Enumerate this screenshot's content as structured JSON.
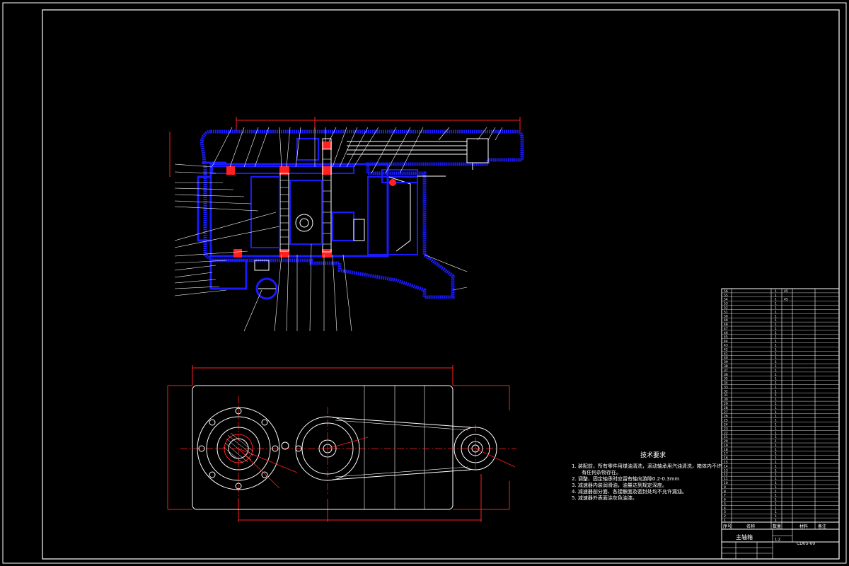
{
  "technical_requirements": {
    "title": "技术要求",
    "items": [
      "1. 装配前，所有零件用煤油清洗，滚动轴承用汽油清洗，箱体内不许",
      "有任何杂物存在。",
      "2. 调整、固定轴承时应留有轴向游隙0.2-0.3mm",
      "3. 减速器内装润滑油，油量达到规定深度。",
      "4. 减速器剖分面、各接触面及密封处均不允许漏油。",
      "5. 减速器外表面涂灰色油漆。"
    ]
  },
  "title_block": {
    "drawing_name": "主轴箱",
    "drawing_number": "CD05-00",
    "scale": "1:2",
    "header": {
      "index": "序号",
      "name": "名称",
      "quantity": "数量",
      "material": "材料",
      "remark": "备注"
    },
    "rows": [
      {
        "index": "56",
        "name": "",
        "qty": "1",
        "material": "45",
        "remark": ""
      },
      {
        "index": "55",
        "name": "",
        "qty": "1",
        "material": "",
        "remark": ""
      },
      {
        "index": "54",
        "name": "",
        "qty": "1",
        "material": "45",
        "remark": ""
      },
      {
        "index": "53",
        "name": "",
        "qty": "1",
        "material": "",
        "remark": ""
      },
      {
        "index": "52",
        "name": "",
        "qty": "1",
        "material": "",
        "remark": ""
      },
      {
        "index": "51",
        "name": "",
        "qty": "1",
        "material": "",
        "remark": ""
      },
      {
        "index": "50",
        "name": "",
        "qty": "1",
        "material": "",
        "remark": ""
      },
      {
        "index": "49",
        "name": "",
        "qty": "1",
        "material": "",
        "remark": ""
      },
      {
        "index": "48",
        "name": "",
        "qty": "1",
        "material": "",
        "remark": ""
      },
      {
        "index": "47",
        "name": "",
        "qty": "1",
        "material": "",
        "remark": ""
      },
      {
        "index": "46",
        "name": "",
        "qty": "1",
        "material": "",
        "remark": ""
      },
      {
        "index": "45",
        "name": "",
        "qty": "1",
        "material": "",
        "remark": ""
      },
      {
        "index": "44",
        "name": "",
        "qty": "1",
        "material": "",
        "remark": ""
      },
      {
        "index": "43",
        "name": "",
        "qty": "1",
        "material": "",
        "remark": ""
      },
      {
        "index": "42",
        "name": "",
        "qty": "1",
        "material": "",
        "remark": ""
      },
      {
        "index": "41",
        "name": "",
        "qty": "1",
        "material": "",
        "remark": ""
      },
      {
        "index": "40",
        "name": "",
        "qty": "1",
        "material": "",
        "remark": ""
      },
      {
        "index": "39",
        "name": "",
        "qty": "1",
        "material": "",
        "remark": ""
      },
      {
        "index": "38",
        "name": "",
        "qty": "1",
        "material": "",
        "remark": ""
      },
      {
        "index": "37",
        "name": "",
        "qty": "1",
        "material": "",
        "remark": ""
      },
      {
        "index": "36",
        "name": "",
        "qty": "1",
        "material": "",
        "remark": ""
      },
      {
        "index": "35",
        "name": "",
        "qty": "1",
        "material": "",
        "remark": ""
      },
      {
        "index": "34",
        "name": "",
        "qty": "1",
        "material": "",
        "remark": ""
      },
      {
        "index": "33",
        "name": "",
        "qty": "1",
        "material": "",
        "remark": ""
      },
      {
        "index": "32",
        "name": "",
        "qty": "1",
        "material": "",
        "remark": ""
      },
      {
        "index": "31",
        "name": "",
        "qty": "1",
        "material": "",
        "remark": ""
      },
      {
        "index": "30",
        "name": "",
        "qty": "1",
        "material": "",
        "remark": ""
      },
      {
        "index": "29",
        "name": "",
        "qty": "1",
        "material": "",
        "remark": ""
      },
      {
        "index": "28",
        "name": "",
        "qty": "1",
        "material": "",
        "remark": ""
      },
      {
        "index": "27",
        "name": "",
        "qty": "1",
        "material": "",
        "remark": ""
      },
      {
        "index": "26",
        "name": "",
        "qty": "1",
        "material": "",
        "remark": ""
      },
      {
        "index": "25",
        "name": "",
        "qty": "1",
        "material": "",
        "remark": ""
      },
      {
        "index": "24",
        "name": "",
        "qty": "1",
        "material": "",
        "remark": ""
      },
      {
        "index": "23",
        "name": "",
        "qty": "1",
        "material": "",
        "remark": ""
      },
      {
        "index": "22",
        "name": "",
        "qty": "1",
        "material": "",
        "remark": ""
      },
      {
        "index": "21",
        "name": "",
        "qty": "1",
        "material": "",
        "remark": ""
      },
      {
        "index": "20",
        "name": "",
        "qty": "1",
        "material": "",
        "remark": ""
      },
      {
        "index": "19",
        "name": "",
        "qty": "1",
        "material": "",
        "remark": ""
      },
      {
        "index": "18",
        "name": "",
        "qty": "1",
        "material": "",
        "remark": ""
      },
      {
        "index": "17",
        "name": "",
        "qty": "1",
        "material": "",
        "remark": ""
      },
      {
        "index": "16",
        "name": "",
        "qty": "1",
        "material": "",
        "remark": ""
      },
      {
        "index": "15",
        "name": "",
        "qty": "1",
        "material": "",
        "remark": ""
      },
      {
        "index": "14",
        "name": "",
        "qty": "1",
        "material": "",
        "remark": ""
      },
      {
        "index": "13",
        "name": "",
        "qty": "1",
        "material": "",
        "remark": ""
      },
      {
        "index": "12",
        "name": "",
        "qty": "1",
        "material": "",
        "remark": ""
      },
      {
        "index": "11",
        "name": "",
        "qty": "1",
        "material": "",
        "remark": ""
      },
      {
        "index": "10",
        "name": "",
        "qty": "1",
        "material": "",
        "remark": ""
      },
      {
        "index": "9",
        "name": "",
        "qty": "1",
        "material": "",
        "remark": ""
      },
      {
        "index": "8",
        "name": "",
        "qty": "1",
        "material": "",
        "remark": ""
      },
      {
        "index": "7",
        "name": "",
        "qty": "1",
        "material": "",
        "remark": ""
      },
      {
        "index": "6",
        "name": "",
        "qty": "1",
        "material": "",
        "remark": ""
      },
      {
        "index": "5",
        "name": "",
        "qty": "1",
        "material": "",
        "remark": ""
      },
      {
        "index": "4",
        "name": "",
        "qty": "1",
        "material": "",
        "remark": ""
      },
      {
        "index": "3",
        "name": "",
        "qty": "1",
        "material": "",
        "remark": ""
      },
      {
        "index": "2",
        "name": "",
        "qty": "1",
        "material": "",
        "remark": ""
      },
      {
        "index": "1",
        "name": "",
        "qty": "1",
        "material": "",
        "remark": ""
      }
    ]
  },
  "colors": {
    "background": "#000000",
    "frame": "#ffffff",
    "part": "#1a1aff",
    "dimension": "#ff0000",
    "hatch": "#ffffff"
  }
}
